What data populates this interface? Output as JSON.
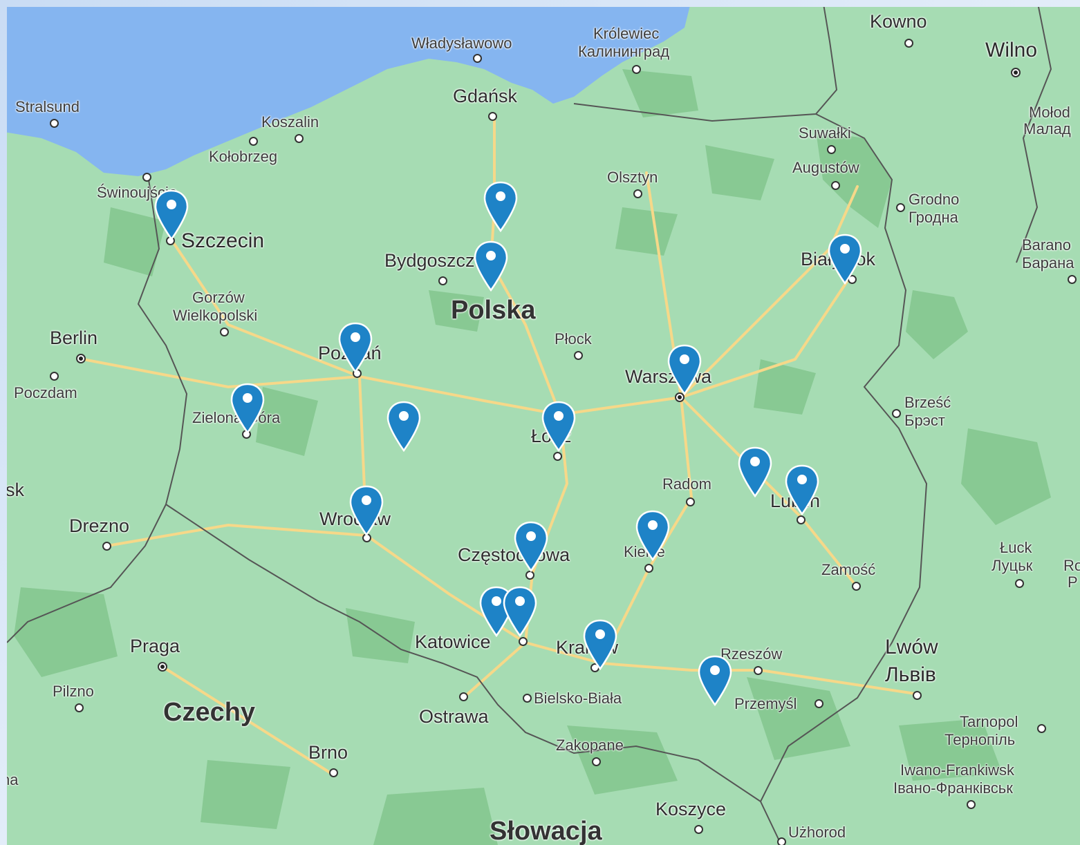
{
  "colors": {
    "land": "#a6dcb3",
    "forest": "#88c993",
    "sea": "#85b5f0",
    "road": "#f6d889",
    "border": "#555555",
    "pin": "#1e83c7"
  },
  "labels": [
    {
      "key": "wladyslawowo",
      "text": "Władysławowo",
      "size": "s"
    },
    {
      "key": "krolewiec",
      "text": "Królewiec",
      "size": "s"
    },
    {
      "key": "kaliningrad",
      "text": "Калининград",
      "size": "s"
    },
    {
      "key": "kowno",
      "text": "Kowno",
      "size": "m"
    },
    {
      "key": "wilno",
      "text": "Wilno",
      "size": "l"
    },
    {
      "key": "molod1",
      "text": "Mołod",
      "size": "s"
    },
    {
      "key": "molod2",
      "text": "Малад",
      "size": "s"
    },
    {
      "key": "stralsund",
      "text": "Stralsund",
      "size": "s"
    },
    {
      "key": "koszalin",
      "text": "Koszalin",
      "size": "s"
    },
    {
      "key": "kolobrzeg",
      "text": "Kołobrzeg",
      "size": "s"
    },
    {
      "key": "gdansk",
      "text": "Gdańsk",
      "size": "m"
    },
    {
      "key": "suwalki",
      "text": "Suwałki",
      "size": "s"
    },
    {
      "key": "augustow",
      "text": "Augustów",
      "size": "s"
    },
    {
      "key": "swinoujscie",
      "text": "Świnoujście",
      "size": "s"
    },
    {
      "key": "olsztyn",
      "text": "Olsztyn",
      "size": "s"
    },
    {
      "key": "grodno1",
      "text": "Grodno",
      "size": "s"
    },
    {
      "key": "grodno2",
      "text": "Гродна",
      "size": "s"
    },
    {
      "key": "szczecin",
      "text": "Szczecin",
      "size": "l"
    },
    {
      "key": "bydgoszcz",
      "text": "Bydgoszcz",
      "size": "m"
    },
    {
      "key": "bialystok",
      "text": "Białystok",
      "size": "m"
    },
    {
      "key": "barano1",
      "text": "Barano",
      "size": "s"
    },
    {
      "key": "barano2",
      "text": "Барана",
      "size": "s"
    },
    {
      "key": "polska",
      "text": "Polska",
      "size": "xl"
    },
    {
      "key": "gorzow1",
      "text": "Gorzów",
      "size": "s"
    },
    {
      "key": "gorzow2",
      "text": "Wielkopolski",
      "size": "s"
    },
    {
      "key": "berlin",
      "text": "Berlin",
      "size": "m"
    },
    {
      "key": "plock",
      "text": "Płock",
      "size": "s"
    },
    {
      "key": "poznan",
      "text": "Poznań",
      "size": "m"
    },
    {
      "key": "warszawa",
      "text": "Warszawa",
      "size": "m"
    },
    {
      "key": "poczdam",
      "text": "Poczdam",
      "size": "s"
    },
    {
      "key": "brzesc1",
      "text": "Brześć",
      "size": "s"
    },
    {
      "key": "brzesc2",
      "text": "Брэст",
      "size": "s"
    },
    {
      "key": "zielona",
      "text": "Zielona Góra",
      "size": "s"
    },
    {
      "key": "lodz",
      "text": "Łódź",
      "size": "m"
    },
    {
      "key": "sk",
      "text": "sk",
      "size": "m"
    },
    {
      "key": "radom",
      "text": "Radom",
      "size": "s"
    },
    {
      "key": "lublin",
      "text": "Lublin",
      "size": "m"
    },
    {
      "key": "drezno",
      "text": "Drezno",
      "size": "m"
    },
    {
      "key": "wroclaw",
      "text": "Wrocław",
      "size": "m"
    },
    {
      "key": "czestochowa",
      "text": "Częstochowa",
      "size": "m"
    },
    {
      "key": "kielce",
      "text": "Kielce",
      "size": "s"
    },
    {
      "key": "luck1",
      "text": "Łuck",
      "size": "s"
    },
    {
      "key": "luck2",
      "text": "Луцьк",
      "size": "s"
    },
    {
      "key": "ro1",
      "text": "Ro",
      "size": "s"
    },
    {
      "key": "ro2",
      "text": "Р",
      "size": "s"
    },
    {
      "key": "zamosc",
      "text": "Zamość",
      "size": "s"
    },
    {
      "key": "praga",
      "text": "Praga",
      "size": "m"
    },
    {
      "key": "katowice",
      "text": "Katowice",
      "size": "m"
    },
    {
      "key": "krakow",
      "text": "Kraków",
      "size": "m"
    },
    {
      "key": "rzeszow",
      "text": "Rzeszów",
      "size": "s"
    },
    {
      "key": "lwow1",
      "text": "Lwów",
      "size": "l"
    },
    {
      "key": "lwow2",
      "text": "Львів",
      "size": "l"
    },
    {
      "key": "pilzno",
      "text": "Pilzno",
      "size": "s"
    },
    {
      "key": "czechy",
      "text": "Czechy",
      "size": "xl"
    },
    {
      "key": "bielsko",
      "text": "Bielsko-Biała",
      "size": "s"
    },
    {
      "key": "przemysl",
      "text": "Przemyśl",
      "size": "s"
    },
    {
      "key": "ostrawa",
      "text": "Ostrawa",
      "size": "m"
    },
    {
      "key": "tarnopol1",
      "text": "Tarnopol",
      "size": "s"
    },
    {
      "key": "tarnopol2",
      "text": "Тернопіль",
      "size": "s"
    },
    {
      "key": "zakopane",
      "text": "Zakopane",
      "size": "s"
    },
    {
      "key": "brno",
      "text": "Brno",
      "size": "m"
    },
    {
      "key": "iwano1",
      "text": "Iwano-Frankiwsk",
      "size": "s"
    },
    {
      "key": "iwano2",
      "text": "Івано-Франківськ",
      "size": "s"
    },
    {
      "key": "na",
      "text": "na",
      "size": "s"
    },
    {
      "key": "koszyce",
      "text": "Koszyce",
      "size": "m"
    },
    {
      "key": "slowacja",
      "text": "Słowacja",
      "size": "xl"
    },
    {
      "key": "uzhorod",
      "text": "Użhorod",
      "size": "s"
    }
  ]
}
